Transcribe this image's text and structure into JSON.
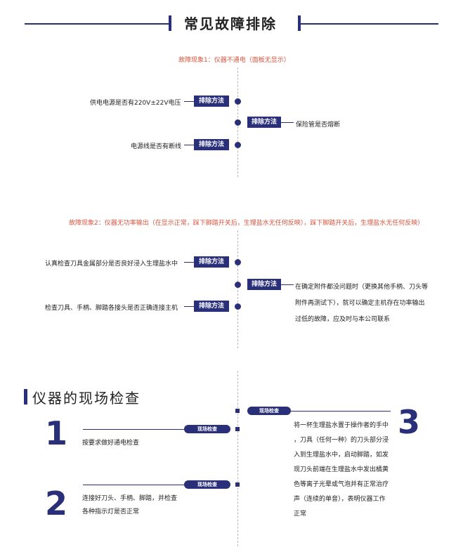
{
  "header": {
    "title": "常见故障排除"
  },
  "fault1": {
    "heading": "故障现象1：仪器不通电（面板无显示）",
    "item1": "供电电源是否有220V±22V电压",
    "item2": "保险管是否熔断",
    "item3": "电源线是否有断线",
    "method": "排除方法"
  },
  "fault2": {
    "heading": "故障现象2：仪器无功率输出（在显示正常，踩下脚踏开关后，生理盐水无任何反映），踩下脚踏开关后，生理盐水无任何反映）",
    "item1": "认真检查刀具金属部分是否良好浸入生理盐水中",
    "item2": "检查刀具、手柄、脚踏各接头是否正确连接主机",
    "desc_line1": "在确定附件都没问题时（更换其他手柄、刀头等",
    "desc_line2": "附件再测试下），就可以确定主机存在功率输出",
    "desc_line3": "过低的故障，应及时与本公司联系",
    "method": "排除方法"
  },
  "section2": {
    "title": "仪器的现场检查",
    "tag": "现场检查",
    "num1": "1",
    "num2": "2",
    "num3": "3",
    "step1": "按要求做好通电检查",
    "step2_line1": "连接好刀头、手柄、脚踏，并检查",
    "step2_line2": "各种指示灯是否正常",
    "step3_lines": [
      "将一杯生理盐水置于操作者的手中",
      "，刀具（任何一种）的刀头部分浸",
      "入到生理盐水中，启动脚踏，如发",
      "现刀头前端在生理盐水中发出橘黄",
      "色等离子光晕或气泡并有正常治疗",
      "声（连续的单音），表明仪器工作",
      "正常"
    ]
  },
  "colors": {
    "accent": "#2a2f7a",
    "alert": "#d9543f"
  }
}
